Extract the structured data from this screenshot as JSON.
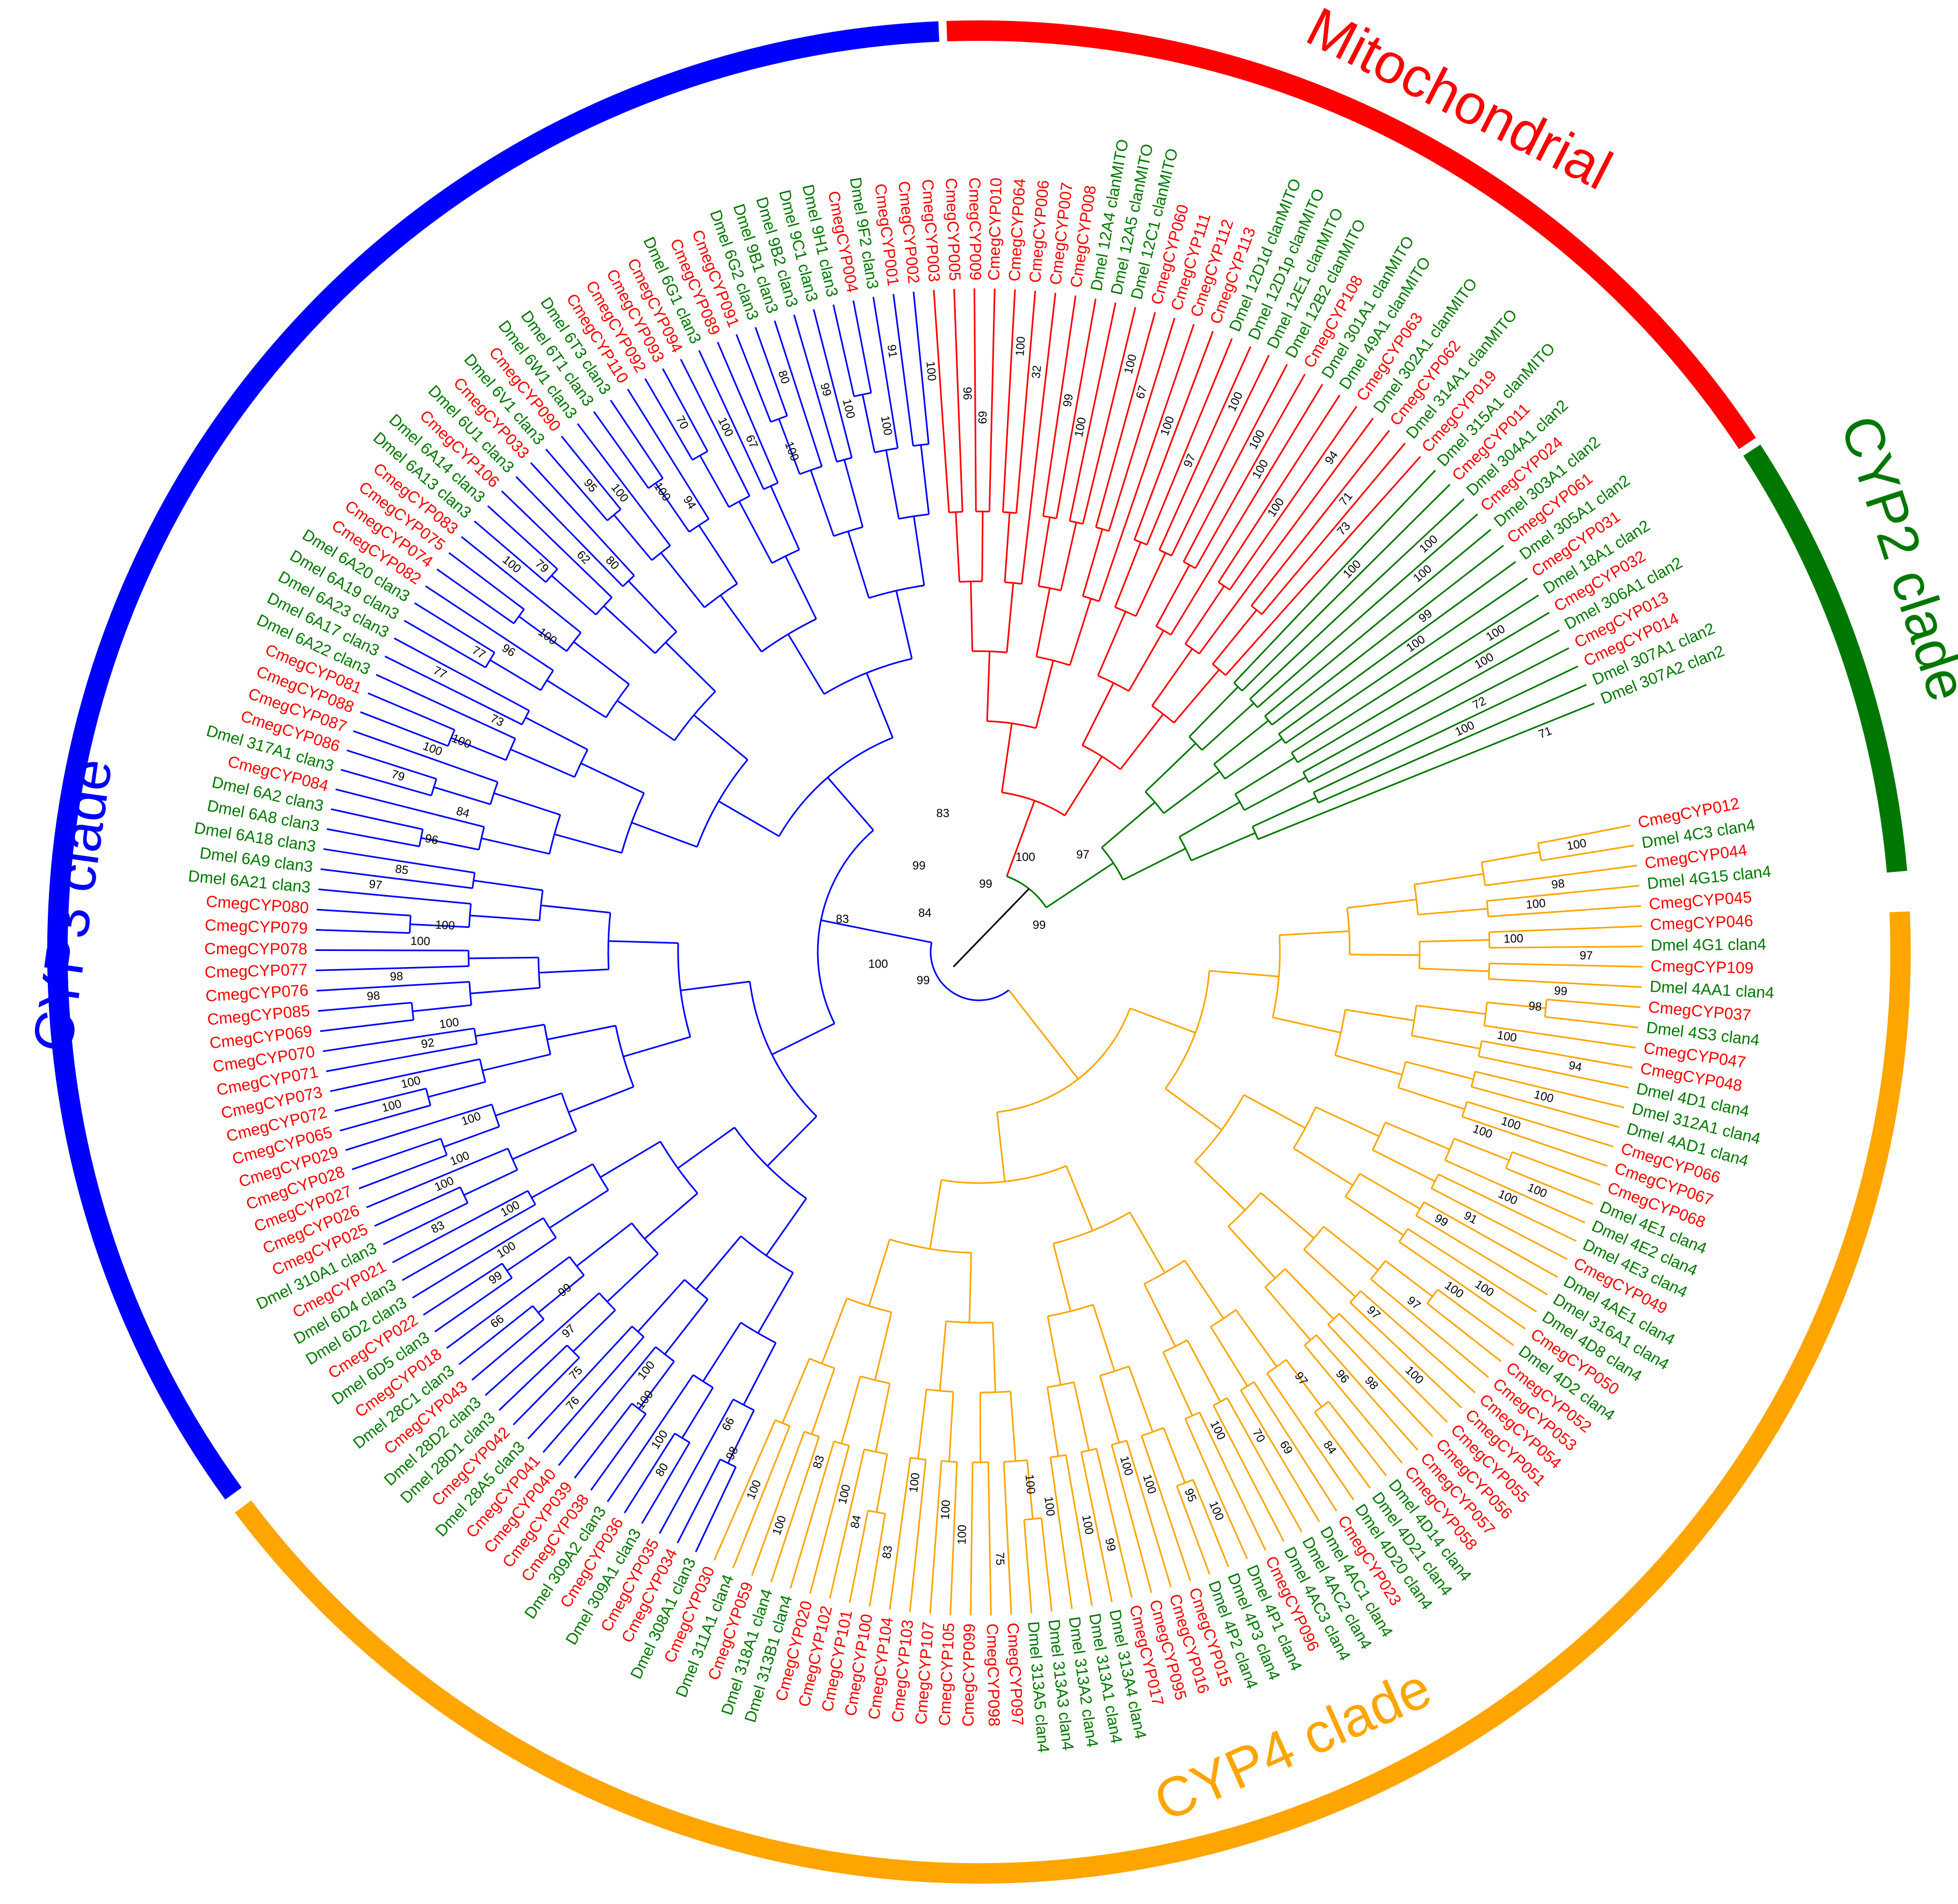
{
  "colors": {
    "cyp3": "#0000ff",
    "mito": "#ff0000",
    "cyp2": "#007700",
    "cyp4": "#ffa500",
    "root": "#000000",
    "cmeg_label": "#ff0000",
    "dmel_label": "#007700"
  },
  "clades": [
    {
      "id": "cyp3",
      "name": "CYP3 clade",
      "color": "#0000ff"
    },
    {
      "id": "mito",
      "name": "Mitochondrial",
      "color": "#ff0000"
    },
    {
      "id": "cyp2",
      "name": "CYP2 clade",
      "color": "#007700"
    },
    {
      "id": "cyp4",
      "name": "CYP4 clade",
      "color": "#ffa500"
    }
  ],
  "tree": {
    "internal_supports": [
      {
        "between": [
          "root",
          "CYP4+CYP3"
        ],
        "value": "99"
      },
      {
        "between": [
          "CYP3 top",
          "CYP3 bottom"
        ],
        "value": "100"
      },
      {
        "between": [
          "CYP3 upper A",
          "CYP3 upper B"
        ],
        "value": "83"
      },
      {
        "between": [
          "CYP3 upper B",
          "CYP3 upper C"
        ],
        "value": "84"
      },
      {
        "between": [
          "CYP3 upper C",
          "clan3 group"
        ],
        "value": "99"
      },
      {
        "between": [
          "CYP3 top radial",
          "mito"
        ],
        "value": "83"
      },
      {
        "between": [
          "mito+cyp2",
          "root"
        ],
        "value": "99"
      },
      {
        "between": [
          "CYP4 top",
          "CYP4 bottom"
        ],
        "value": "100"
      },
      {
        "between": [
          "CYP4 A",
          "CYP4 B"
        ],
        "value": "97"
      },
      {
        "between": [
          "CYP4 C",
          "CYP4 D"
        ],
        "value": "99"
      }
    ]
  },
  "taxa": [
    {
      "name": "CmegCYP012",
      "group": "Cmeg"
    },
    {
      "name": "Dmel 4C3 clan4",
      "group": "Dmel"
    },
    {
      "name": "CmegCYP044",
      "group": "Cmeg"
    },
    {
      "name": "Dmel 4G15 clan4",
      "group": "Dmel"
    },
    {
      "name": "CmegCYP045",
      "group": "Cmeg"
    },
    {
      "name": "CmegCYP046",
      "group": "Cmeg"
    },
    {
      "name": "Dmel 4G1 clan4",
      "group": "Dmel"
    },
    {
      "name": "CmegCYP109",
      "group": "Cmeg"
    },
    {
      "name": "Dmel 4AA1 clan4",
      "group": "Dmel"
    },
    {
      "name": "CmegCYP037",
      "group": "Cmeg"
    },
    {
      "name": "Dmel 4S3 clan4",
      "group": "Dmel"
    },
    {
      "name": "CmegCYP047",
      "group": "Cmeg"
    },
    {
      "name": "CmegCYP048",
      "group": "Cmeg"
    },
    {
      "name": "Dmel 4D1 clan4",
      "group": "Dmel"
    },
    {
      "name": "Dmel 312A1 clan4",
      "group": "Dmel"
    },
    {
      "name": "Dmel 4AD1 clan4",
      "group": "Dmel"
    },
    {
      "name": "CmegCYP066",
      "group": "Cmeg"
    },
    {
      "name": "CmegCYP067",
      "group": "Cmeg"
    },
    {
      "name": "CmegCYP068",
      "group": "Cmeg"
    },
    {
      "name": "Dmel 4E1 clan4",
      "group": "Dmel"
    },
    {
      "name": "Dmel 4E2 clan4",
      "group": "Dmel"
    },
    {
      "name": "Dmel 4E3 clan4",
      "group": "Dmel"
    },
    {
      "name": "CmegCYP049",
      "group": "Cmeg"
    },
    {
      "name": "Dmel 4AE1 clan4",
      "group": "Dmel"
    },
    {
      "name": "Dmel 316A1 clan4",
      "group": "Dmel"
    },
    {
      "name": "Dmel 4D8 clan4",
      "group": "Dmel"
    },
    {
      "name": "CmegCYP050",
      "group": "Cmeg"
    },
    {
      "name": "Dmel 4D2 clan4",
      "group": "Dmel"
    },
    {
      "name": "CmegCYP052",
      "group": "Cmeg"
    },
    {
      "name": "CmegCYP053",
      "group": "Cmeg"
    },
    {
      "name": "CmegCYP054",
      "group": "Cmeg"
    },
    {
      "name": "CmegCYP051",
      "group": "Cmeg"
    },
    {
      "name": "CmegCYP055",
      "group": "Cmeg"
    },
    {
      "name": "CmegCYP056",
      "group": "Cmeg"
    },
    {
      "name": "CmegCYP057",
      "group": "Cmeg"
    },
    {
      "name": "CmegCYP058",
      "group": "Cmeg"
    },
    {
      "name": "Dmel 4D14 clan4",
      "group": "Dmel"
    },
    {
      "name": "Dmel 4D21 clan4",
      "group": "Dmel"
    },
    {
      "name": "Dmel 4D20 clan4",
      "group": "Dmel"
    },
    {
      "name": "CmegCYP023",
      "group": "Cmeg"
    },
    {
      "name": "Dmel 4AC1 clan4",
      "group": "Dmel"
    },
    {
      "name": "Dmel 4AC2 clan4",
      "group": "Dmel"
    },
    {
      "name": "Dmel 4AC3 clan4",
      "group": "Dmel"
    },
    {
      "name": "CmegCYP096",
      "group": "Cmeg"
    },
    {
      "name": "Dmel 4P1 clan4",
      "group": "Dmel"
    },
    {
      "name": "Dmel 4P3 clan4",
      "group": "Dmel"
    },
    {
      "name": "Dmel 4P2 clan4",
      "group": "Dmel"
    },
    {
      "name": "CmegCYP015",
      "group": "Cmeg"
    },
    {
      "name": "CmegCYP016",
      "group": "Cmeg"
    },
    {
      "name": "CmegCYP095",
      "group": "Cmeg"
    },
    {
      "name": "CmegCYP017",
      "group": "Cmeg"
    },
    {
      "name": "Dmel 313A4 clan4",
      "group": "Dmel"
    },
    {
      "name": "Dmel 313A1 clan4",
      "group": "Dmel"
    },
    {
      "name": "Dmel 313A2 clan4",
      "group": "Dmel"
    },
    {
      "name": "Dmel 313A3 clan4",
      "group": "Dmel"
    },
    {
      "name": "Dmel 313A5 clan4",
      "group": "Dmel"
    },
    {
      "name": "CmegCYP097",
      "group": "Cmeg"
    },
    {
      "name": "CmegCYP098",
      "group": "Cmeg"
    },
    {
      "name": "CmegCYP099",
      "group": "Cmeg"
    },
    {
      "name": "CmegCYP105",
      "group": "Cmeg"
    },
    {
      "name": "CmegCYP107",
      "group": "Cmeg"
    },
    {
      "name": "CmegCYP103",
      "group": "Cmeg"
    },
    {
      "name": "CmegCYP104",
      "group": "Cmeg"
    },
    {
      "name": "CmegCYP100",
      "group": "Cmeg"
    },
    {
      "name": "CmegCYP101",
      "group": "Cmeg"
    },
    {
      "name": "CmegCYP102",
      "group": "Cmeg"
    },
    {
      "name": "CmegCYP020",
      "group": "Cmeg"
    },
    {
      "name": "Dmel 313B1 clan4",
      "group": "Dmel"
    },
    {
      "name": "Dmel 318A1 clan4",
      "group": "Dmel"
    },
    {
      "name": "CmegCYP059",
      "group": "Cmeg"
    },
    {
      "name": "Dmel 311A1 clan4",
      "group": "Dmel"
    },
    {
      "name": "CmegCYP030",
      "group": "Cmeg"
    },
    {
      "name": "Dmel 308A1 clan3",
      "group": "Dmel"
    },
    {
      "name": "CmegCYP034",
      "group": "Cmeg"
    },
    {
      "name": "CmegCYP035",
      "group": "Cmeg"
    },
    {
      "name": "Dmel 309A1 clan3",
      "group": "Dmel"
    },
    {
      "name": "CmegCYP036",
      "group": "Cmeg"
    },
    {
      "name": "Dmel 309A2 clan3",
      "group": "Dmel"
    },
    {
      "name": "CmegCYP038",
      "group": "Cmeg"
    },
    {
      "name": "CmegCYP039",
      "group": "Cmeg"
    },
    {
      "name": "CmegCYP040",
      "group": "Cmeg"
    },
    {
      "name": "CmegCYP041",
      "group": "Cmeg"
    },
    {
      "name": "Dmel 28A5 clan3",
      "group": "Dmel"
    },
    {
      "name": "CmegCYP042",
      "group": "Cmeg"
    },
    {
      "name": "Dmel 28D1 clan3",
      "group": "Dmel"
    },
    {
      "name": "Dmel 28D2 clan3",
      "group": "Dmel"
    },
    {
      "name": "CmegCYP043",
      "group": "Cmeg"
    },
    {
      "name": "Dmel 28C1 clan3",
      "group": "Dmel"
    },
    {
      "name": "CmegCYP018",
      "group": "Cmeg"
    },
    {
      "name": "Dmel 6D5 clan3",
      "group": "Dmel"
    },
    {
      "name": "CmegCYP022",
      "group": "Cmeg"
    },
    {
      "name": "Dmel 6D2 clan3",
      "group": "Dmel"
    },
    {
      "name": "Dmel 6D4 clan3",
      "group": "Dmel"
    },
    {
      "name": "CmegCYP021",
      "group": "Cmeg"
    },
    {
      "name": "Dmel 310A1 clan3",
      "group": "Dmel"
    },
    {
      "name": "CmegCYP025",
      "group": "Cmeg"
    },
    {
      "name": "CmegCYP026",
      "group": "Cmeg"
    },
    {
      "name": "CmegCYP027",
      "group": "Cmeg"
    },
    {
      "name": "CmegCYP028",
      "group": "Cmeg"
    },
    {
      "name": "CmegCYP029",
      "group": "Cmeg"
    },
    {
      "name": "CmegCYP065",
      "group": "Cmeg"
    },
    {
      "name": "CmegCYP072",
      "group": "Cmeg"
    },
    {
      "name": "CmegCYP073",
      "group": "Cmeg"
    },
    {
      "name": "CmegCYP071",
      "group": "Cmeg"
    },
    {
      "name": "CmegCYP070",
      "group": "Cmeg"
    },
    {
      "name": "CmegCYP069",
      "group": "Cmeg"
    },
    {
      "name": "CmegCYP085",
      "group": "Cmeg"
    },
    {
      "name": "CmegCYP076",
      "group": "Cmeg"
    },
    {
      "name": "CmegCYP077",
      "group": "Cmeg"
    },
    {
      "name": "CmegCYP078",
      "group": "Cmeg"
    },
    {
      "name": "CmegCYP079",
      "group": "Cmeg"
    },
    {
      "name": "CmegCYP080",
      "group": "Cmeg"
    },
    {
      "name": "Dmel 6A21 clan3",
      "group": "Dmel"
    },
    {
      "name": "Dmel 6A9 clan3",
      "group": "Dmel"
    },
    {
      "name": "Dmel 6A18 clan3",
      "group": "Dmel"
    },
    {
      "name": "Dmel 6A8 clan3",
      "group": "Dmel"
    },
    {
      "name": "Dmel 6A2 clan3",
      "group": "Dmel"
    },
    {
      "name": "CmegCYP084",
      "group": "Cmeg"
    },
    {
      "name": "Dmel 317A1 clan3",
      "group": "Dmel"
    },
    {
      "name": "CmegCYP086",
      "group": "Cmeg"
    },
    {
      "name": "CmegCYP087",
      "group": "Cmeg"
    },
    {
      "name": "CmegCYP088",
      "group": "Cmeg"
    },
    {
      "name": "CmegCYP081",
      "group": "Cmeg"
    },
    {
      "name": "Dmel 6A22 clan3",
      "group": "Dmel"
    },
    {
      "name": "Dmel 6A17 clan3",
      "group": "Dmel"
    },
    {
      "name": "Dmel 6A23 clan3",
      "group": "Dmel"
    },
    {
      "name": "Dmel 6A19 clan3",
      "group": "Dmel"
    },
    {
      "name": "Dmel 6A20 clan3",
      "group": "Dmel"
    },
    {
      "name": "CmegCYP082",
      "group": "Cmeg"
    },
    {
      "name": "CmegCYP074",
      "group": "Cmeg"
    },
    {
      "name": "CmegCYP075",
      "group": "Cmeg"
    },
    {
      "name": "CmegCYP083",
      "group": "Cmeg"
    },
    {
      "name": "Dmel 6A13 clan3",
      "group": "Dmel"
    },
    {
      "name": "Dmel 6A14 clan3",
      "group": "Dmel"
    },
    {
      "name": "CmegCYP106",
      "group": "Cmeg"
    },
    {
      "name": "Dmel 6U1 clan3",
      "group": "Dmel"
    },
    {
      "name": "CmegCYP033",
      "group": "Cmeg"
    },
    {
      "name": "Dmel 6V1 clan3",
      "group": "Dmel"
    },
    {
      "name": "CmegCYP090",
      "group": "Cmeg"
    },
    {
      "name": "Dmel 6W1 clan3",
      "group": "Dmel"
    },
    {
      "name": "Dmel 6T1 clan3",
      "group": "Dmel"
    },
    {
      "name": "Dmel 6T3 clan3",
      "group": "Dmel"
    },
    {
      "name": "CmegCYP110",
      "group": "Cmeg"
    },
    {
      "name": "CmegCYP092",
      "group": "Cmeg"
    },
    {
      "name": "CmegCYP093",
      "group": "Cmeg"
    },
    {
      "name": "CmegCYP094",
      "group": "Cmeg"
    },
    {
      "name": "Dmel 6G1 clan3",
      "group": "Dmel"
    },
    {
      "name": "CmegCYP089",
      "group": "Cmeg"
    },
    {
      "name": "CmegCYP091",
      "group": "Cmeg"
    },
    {
      "name": "Dmel 6G2 clan3",
      "group": "Dmel"
    },
    {
      "name": "Dmel 9B1 clan3",
      "group": "Dmel"
    },
    {
      "name": "Dmel 9B2 clan3",
      "group": "Dmel"
    },
    {
      "name": "Dmel 9C1 clan3",
      "group": "Dmel"
    },
    {
      "name": "Dmel 9H1 clan3",
      "group": "Dmel"
    },
    {
      "name": "CmegCYP004",
      "group": "Cmeg"
    },
    {
      "name": "Dmel 9F2 clan3",
      "group": "Dmel"
    },
    {
      "name": "CmegCYP001",
      "group": "Cmeg"
    },
    {
      "name": "CmegCYP002",
      "group": "Cmeg"
    },
    {
      "name": "CmegCYP003",
      "group": "Cmeg"
    },
    {
      "name": "CmegCYP005",
      "group": "Cmeg"
    },
    {
      "name": "CmegCYP009",
      "group": "Cmeg"
    },
    {
      "name": "CmegCYP010",
      "group": "Cmeg"
    },
    {
      "name": "CmegCYP064",
      "group": "Cmeg"
    },
    {
      "name": "CmegCYP006",
      "group": "Cmeg"
    },
    {
      "name": "CmegCYP007",
      "group": "Cmeg"
    },
    {
      "name": "CmegCYP008",
      "group": "Cmeg"
    },
    {
      "name": "Dmel 12A4 clanMITO",
      "group": "Dmel"
    },
    {
      "name": "Dmel 12A5 clanMITO",
      "group": "Dmel"
    },
    {
      "name": "Dmel 12C1 clanMITO",
      "group": "Dmel"
    },
    {
      "name": "CmegCYP060",
      "group": "Cmeg"
    },
    {
      "name": "CmegCYP111",
      "group": "Cmeg"
    },
    {
      "name": "CmegCYP112",
      "group": "Cmeg"
    },
    {
      "name": "CmegCYP113",
      "group": "Cmeg"
    },
    {
      "name": "Dmel 12D1d clanMITO",
      "group": "Dmel"
    },
    {
      "name": "Dmel 12D1p clanMITO",
      "group": "Dmel"
    },
    {
      "name": "Dmel 12E1 clanMITO",
      "group": "Dmel"
    },
    {
      "name": "Dmel 12B2 clanMITO",
      "group": "Dmel"
    },
    {
      "name": "CmegCYP108",
      "group": "Cmeg"
    },
    {
      "name": "Dmel 301A1 clanMITO",
      "group": "Dmel"
    },
    {
      "name": "Dmel 49A1 clanMITO",
      "group": "Dmel"
    },
    {
      "name": "CmegCYP063",
      "group": "Cmeg"
    },
    {
      "name": "Dmel 302A1 clanMITO",
      "group": "Dmel"
    },
    {
      "name": "CmegCYP062",
      "group": "Cmeg"
    },
    {
      "name": "Dmel 314A1 clanMITO",
      "group": "Dmel"
    },
    {
      "name": "CmegCYP019",
      "group": "Cmeg"
    },
    {
      "name": "Dmel 315A1 clanMITO",
      "group": "Dmel"
    },
    {
      "name": "CmegCYP011",
      "group": "Cmeg"
    },
    {
      "name": "Dmel 304A1 clan2",
      "group": "Dmel"
    },
    {
      "name": "CmegCYP024",
      "group": "Cmeg"
    },
    {
      "name": "Dmel 303A1 clan2",
      "group": "Dmel"
    },
    {
      "name": "CmegCYP061",
      "group": "Cmeg"
    },
    {
      "name": "Dmel 305A1 clan2",
      "group": "Dmel"
    },
    {
      "name": "CmegCYP031",
      "group": "Cmeg"
    },
    {
      "name": "Dmel 18A1 clan2",
      "group": "Dmel"
    },
    {
      "name": "CmegCYP032",
      "group": "Cmeg"
    },
    {
      "name": "Dmel 306A1 clan2",
      "group": "Dmel"
    },
    {
      "name": "CmegCYP013",
      "group": "Cmeg"
    },
    {
      "name": "CmegCYP014",
      "group": "Cmeg"
    },
    {
      "name": "Dmel 307A1 clan2",
      "group": "Dmel"
    },
    {
      "name": "Dmel 307A2 clan2",
      "group": "Dmel"
    }
  ],
  "tip_supports": [
    "100",
    "98",
    "100",
    "100",
    "97",
    "99",
    "98",
    "100",
    "94",
    "100",
    "100",
    "100",
    "100",
    "100",
    "91",
    "99",
    "100",
    "100",
    "97",
    "97",
    "100",
    "98",
    "96",
    "97",
    "84",
    "69",
    "70",
    "100",
    "100",
    "95",
    "100",
    "100",
    "99",
    "100",
    "100",
    "100",
    "75",
    "100",
    "100",
    "100",
    "83",
    "84",
    "100",
    "83",
    "100",
    "100",
    "98",
    "66",
    "80",
    "100",
    "100",
    "100",
    "76",
    "75",
    "97",
    "99",
    "66",
    "99",
    "100",
    "100",
    "83",
    "100",
    "100",
    "100",
    "100",
    "100",
    "92",
    "100",
    "98",
    "98",
    "100",
    "100",
    "97",
    "85",
    "96",
    "84",
    "79",
    "100",
    "100",
    "73",
    "77",
    "77",
    "96",
    "100",
    "100",
    "79",
    "62",
    "80",
    "95",
    "100",
    "100",
    "94",
    "70",
    "100",
    "67",
    "100",
    "80",
    "99",
    "100",
    "100",
    "91",
    "100",
    "96",
    "69",
    "100",
    "32",
    "99",
    "100",
    "100",
    "67",
    "100",
    "97",
    "100",
    "100",
    "100",
    "100",
    "94",
    "71",
    "73",
    "100",
    "100",
    "100",
    "99",
    "100",
    "100",
    "100",
    "72",
    "100",
    "71"
  ]
}
